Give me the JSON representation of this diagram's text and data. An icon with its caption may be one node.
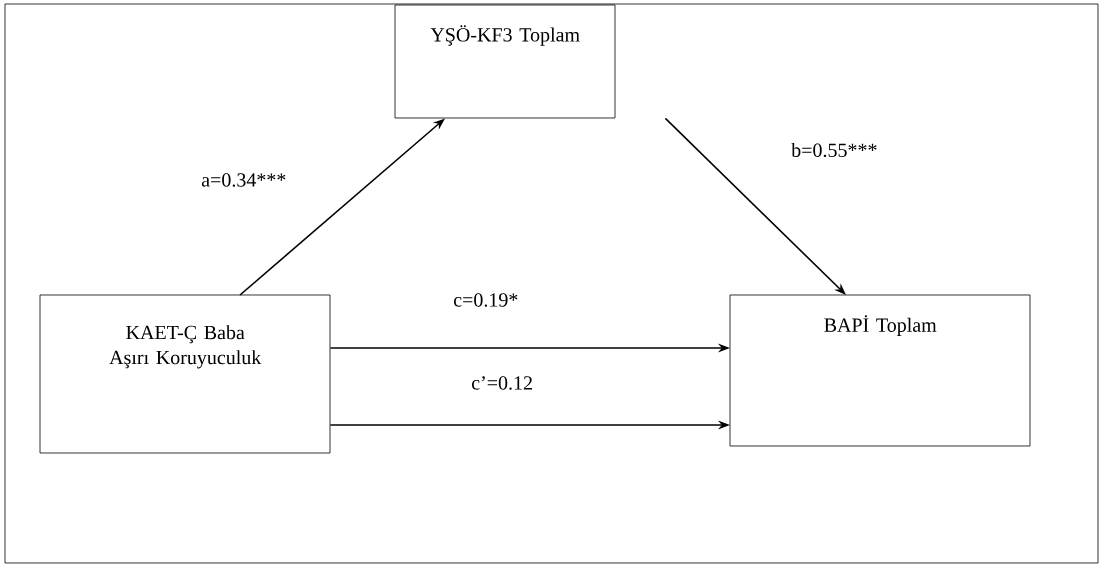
{
  "diagram": {
    "nodes": [
      {
        "text": [
          "YŞÖ-KF3 Toplam"
        ]
      },
      {
        "text": [
          "KAET-Ç Baba Aşırı Koruyuculuk"
        ]
      },
      {
        "text": [
          "BAPİ Toplam"
        ]
      }
    ],
    "edges": [
      {
        "from": 1,
        "to": 0,
        "arrow": "to",
        "label": "a=0.34***"
      },
      {
        "from": 0,
        "to": 2,
        "arrow": "to",
        "label": "b=0.55***"
      },
      {
        "from": 1,
        "to": 2,
        "arrow": "to",
        "label": "c=0.19*"
      },
      {
        "from": 1,
        "to": 2,
        "arrow": "to",
        "label": "c’=0.12"
      }
    ]
  }
}
